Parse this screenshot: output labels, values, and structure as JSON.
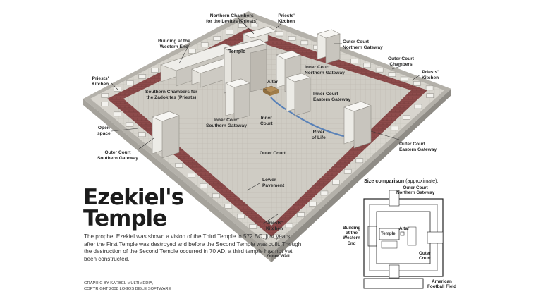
{
  "title": {
    "line1": "Ezekiel's",
    "line2": "Temple"
  },
  "description": "The prophet Ezekiel was shown a vision of the Third Temple in 572 BC, just years after the First Temple was destroyed and before the Second Temple was built. Though the destruction of the Second Temple occurred in 70 AD, a third temple has not yet been constructed.",
  "credit": "GRAPHIC BY KARBEL MULTIMEDIA,\nCOPYRIGHT 2008 LOGOS BIBLE SOFTWARE",
  "labels": {
    "northern_chambers": "Northern  Chambers\nfor the Levites (Priests)",
    "priests_kitchen_top": "Priests'\nKitchen",
    "building_western_end": "Building at the\nWestern End",
    "temple": "Temple",
    "outer_court_northern_gateway": "Outer Court\nNorthern Gateway",
    "outer_court_chambers": "Outer Court\nChambers",
    "priests_kitchen_right": "Priests'\nKitchen",
    "priests_kitchen_left": "Priests'\nKitchen",
    "inner_court_northern_gateway": "Inner Court\nNorthern Gateway",
    "altar": "Altar",
    "southern_chambers": "Southern Chambers for\nthe Zadokites (Priests)",
    "inner_court_eastern_gateway": "Inner Court\nEastern Gateway",
    "inner_court_southern_gateway": "Inner Court\nSouthern Gateway",
    "inner_court": "Inner\nCourt",
    "river_of_life": "River\nof Life",
    "open_space": "Open\nspace",
    "outer_court_eastern_gateway": "Outer Court\nEastern Gateway",
    "outer_court_southern_gateway": "Outer Court\nSouthern Gateway",
    "outer_court": "Outer Court",
    "lower_pavement": "Lower\nPavement",
    "priests_kitchen_bottom": "Priests'\nKitchen",
    "outer_wall": "Outer Wall"
  },
  "size_comparison": {
    "heading_bold": "Size comparison",
    "heading_note": " (approximate):",
    "outer_court_northern_gateway": "Outer Court\nNorthern Gateway",
    "building_western_end": "Building\nat the\nWestern\nEnd",
    "temple": "Temple",
    "altar": "Altar",
    "outer_court": "Outer\nCourt",
    "football_field": "American\nFootball Field"
  },
  "colors": {
    "stone": "#d9d6cf",
    "pavement": "#8a4a4a",
    "river": "#5a82b8",
    "building": "#ecebe6"
  }
}
